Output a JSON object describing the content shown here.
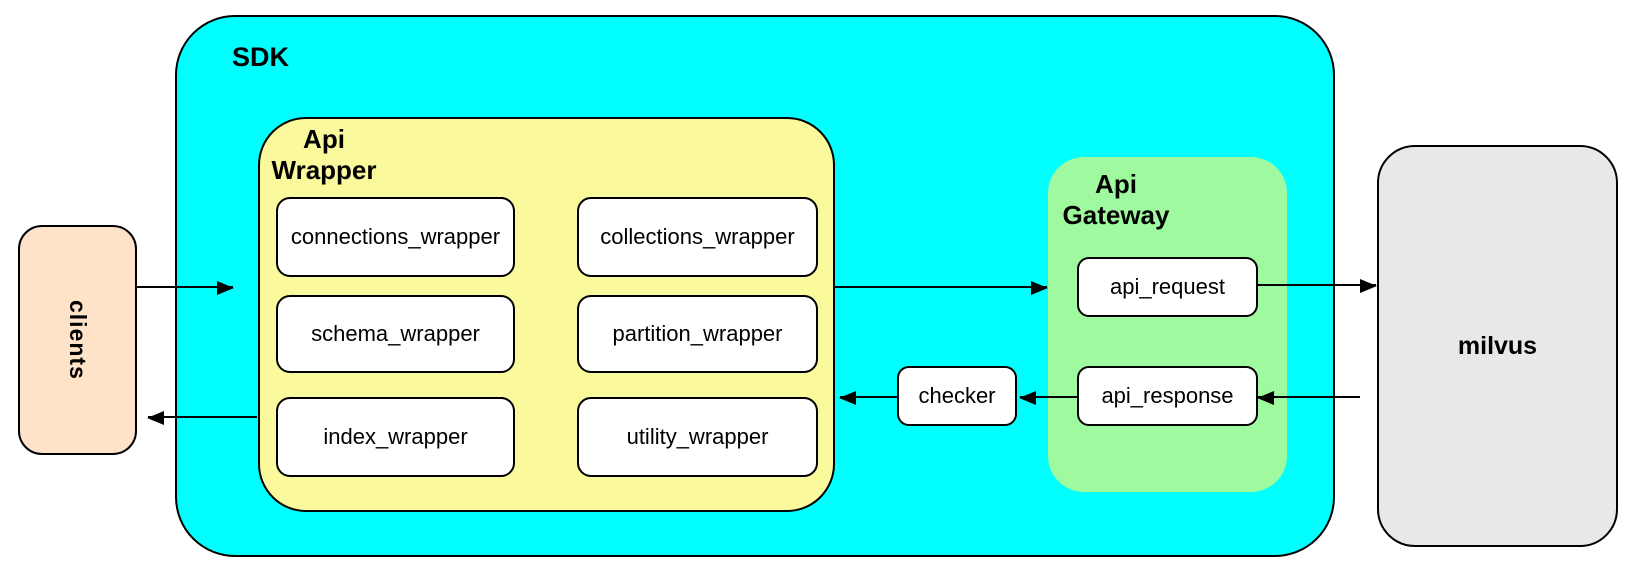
{
  "colors": {
    "cyan": "#00ffff",
    "yellow": "#fafa9d",
    "green": "#9ffa9f",
    "peach": "#ffe3c8",
    "gray": "#e8e8e8",
    "stroke": "#000000",
    "node-fill": "#ffffff"
  },
  "nodes": {
    "clients": "clients",
    "sdk": "SDK",
    "api_wrapper": "Api\nWrapper",
    "wrappers": {
      "connections": "connections_wrapper",
      "collections": "collections_wrapper",
      "schema": "schema_wrapper",
      "partition": "partition_wrapper",
      "index": "index_wrapper",
      "utility": "utility_wrapper"
    },
    "checker": "checker",
    "api_gateway": "Api\nGateway",
    "api_request": "api_request",
    "api_response": "api_response",
    "milvus": "milvus"
  },
  "edges": [
    {
      "from": "clients",
      "to": "SDK"
    },
    {
      "from": "Api Wrapper",
      "to": "Api Gateway"
    },
    {
      "from": "api_request",
      "to": "milvus"
    },
    {
      "from": "milvus",
      "to": "api_response"
    },
    {
      "from": "api_response",
      "to": "checker"
    },
    {
      "from": "checker",
      "to": "Api Wrapper"
    },
    {
      "from": "SDK",
      "to": "clients"
    }
  ]
}
